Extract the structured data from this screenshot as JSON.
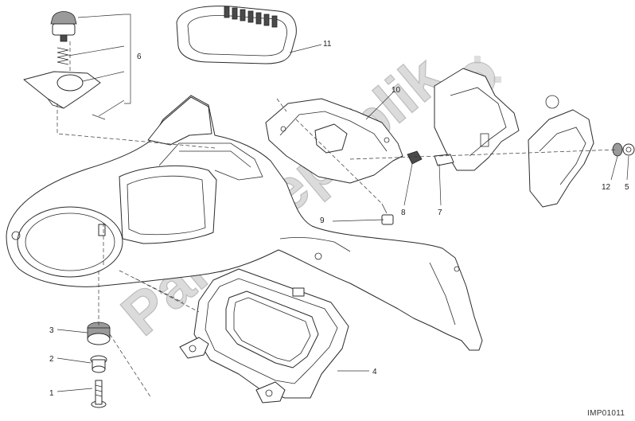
{
  "diagram": {
    "callouts": {
      "c1": "1",
      "c2": "2",
      "c3": "3",
      "c4": "4",
      "c5": "5",
      "c6": "6",
      "c7": "7",
      "c8": "8",
      "c9": "9",
      "c10": "10",
      "c11": "11",
      "c12": "12"
    },
    "watermark": "PartsRepublik",
    "drawing_code": "IMP01011"
  }
}
